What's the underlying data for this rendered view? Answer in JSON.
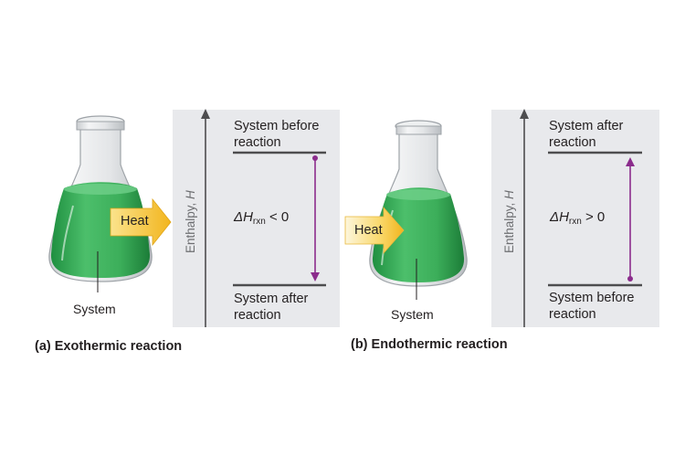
{
  "panel_a": {
    "caption": "(a) Exothermic reaction",
    "heat": "Heat",
    "system": "System",
    "axis_label_prefix": "Enthalpy, ",
    "axis_label_var": "H",
    "top_level_line1": "System before",
    "top_level_line2": "reaction",
    "bottom_level_line1": "System after",
    "bottom_level_line2": "reaction",
    "delta_symbol": "ΔH",
    "delta_sub": "rxn",
    "delta_relation": " < 0"
  },
  "panel_b": {
    "caption": "(b) Endothermic reaction",
    "heat": "Heat",
    "system": "System",
    "axis_label_prefix": "Enthalpy, ",
    "axis_label_var": "H",
    "top_level_line1": "System after",
    "top_level_line2": "reaction",
    "bottom_level_line1": "System before",
    "bottom_level_line2": "reaction",
    "delta_symbol": "ΔH",
    "delta_sub": "rxn",
    "delta_relation": " > 0"
  },
  "colors": {
    "liquid": "#3cae5a",
    "arrow_fill": "#f6c836",
    "delta_arrow": "#8b2c8c",
    "panel_bg": "#e8e9ec"
  }
}
